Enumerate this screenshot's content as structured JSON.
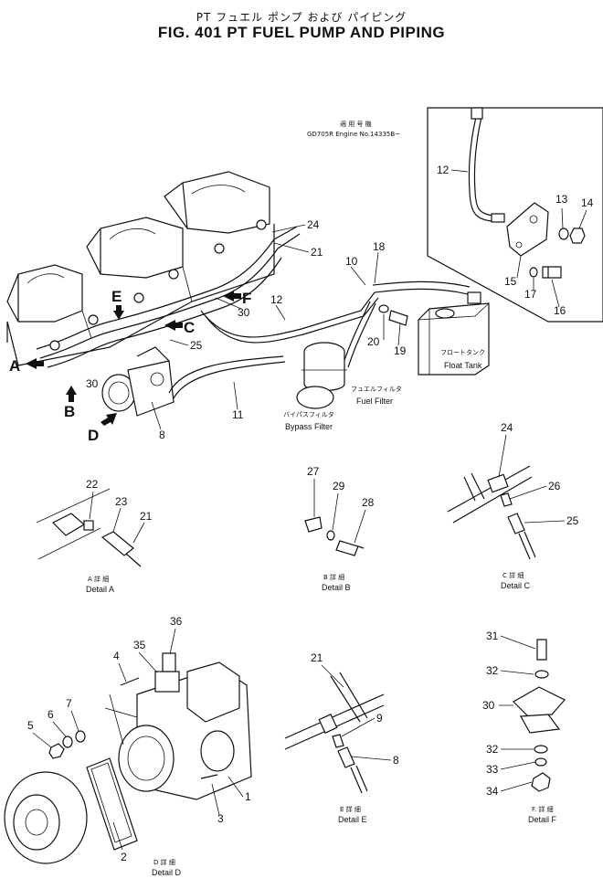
{
  "header": {
    "title_jp": "PT フュエル ポンプ および パイピング",
    "title_en": "FIG. 401  PT FUEL PUMP AND PIPING"
  },
  "inset": {
    "applicable_jp": "適 用 号 機",
    "engine_no": "GD705R Engine No.14335B~"
  },
  "main_labels": {
    "float_tank_jp": "フロートタンク",
    "float_tank": "Float Tank",
    "fuel_filter_jp": "フュエルフィルタ",
    "fuel_filter": "Fuel Filter",
    "bypass_filter_jp": "バイパスフィルタ",
    "bypass_filter": "Bypass Filter"
  },
  "view_arrows": [
    "A",
    "B",
    "C",
    "D",
    "E",
    "F"
  ],
  "details": {
    "a": {
      "jp": "A 詳 細",
      "en": "Detail A"
    },
    "b": {
      "jp": "B 詳 細",
      "en": "Detail B"
    },
    "c": {
      "jp": "C 詳 細",
      "en": "Detail C"
    },
    "d": {
      "jp": "D 詳 細",
      "en": "Detail D"
    },
    "e": {
      "jp": "E 詳 細",
      "en": "Detail E"
    },
    "f": {
      "jp": "F. 詳 細",
      "en": "Detail F"
    }
  },
  "part_numbers": {
    "p1": "1",
    "p2": "2",
    "p3": "3",
    "p4": "4",
    "p5": "5",
    "p6": "6",
    "p7": "7",
    "p8": "8",
    "p9": "9",
    "p10": "10",
    "p11": "11",
    "p12": "12",
    "p13": "13",
    "p14": "14",
    "p15": "15",
    "p16": "16",
    "p17": "17",
    "p18": "18",
    "p19": "19",
    "p20": "20",
    "p21": "21",
    "p22": "22",
    "p23": "23",
    "p24": "24",
    "p25": "25",
    "p26": "26",
    "p27": "27",
    "p28": "28",
    "p29": "29",
    "p30": "30",
    "p31": "31",
    "p32": "32",
    "p33": "33",
    "p34": "34",
    "p35": "35",
    "p36": "36"
  }
}
